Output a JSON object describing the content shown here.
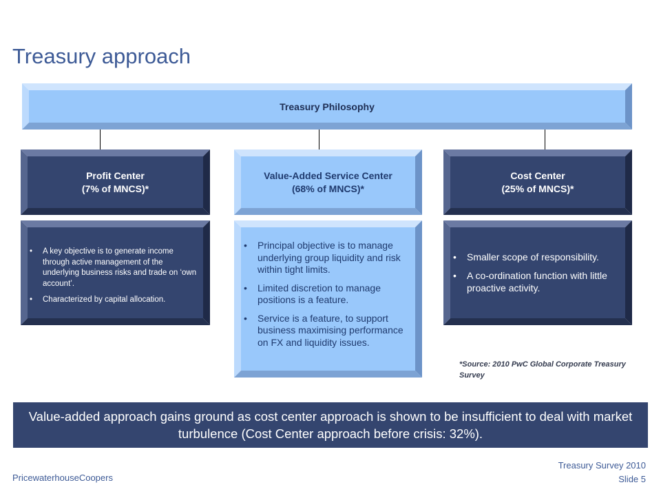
{
  "title": "Treasury approach",
  "philosophy": {
    "label": "Treasury Philosophy"
  },
  "columns": [
    {
      "heading": "Profit Center",
      "share": "(7% of MNCS)*",
      "bullets": [
        "A key objective is to generate income through active management of the underlying business risks and trade on ‘own account’.",
        "Characterized by capital  allocation."
      ]
    },
    {
      "heading": "Value-Added Service Center",
      "share": "(68% of MNCS)*",
      "bullets": [
        "Principal objective is to manage underlying group liquidity and risk within tight limits.",
        "Limited discretion to manage positions is a  feature.",
        "Service is a feature, to support business maximising performance on FX and liquidity issues."
      ]
    },
    {
      "heading": "Cost Center",
      "share": "(25% of MNCS)*",
      "bullets": [
        "Smaller scope of responsibility.",
        "A co-ordination function with little proactive activity."
      ]
    }
  ],
  "source_note": "*Source: 2010 PwC Global Corporate Treasury Survey",
  "banner": "Value-added approach gains ground as cost center approach is shown to be insufficient to deal with market turbulence (Cost Center approach before crisis: 32%).",
  "footer": {
    "company": "PricewaterhouseCoopers",
    "survey": "Treasury Survey 2010",
    "slide": "Slide 5"
  },
  "colors": {
    "dark_face": "#34456f",
    "light_face": "#99c8fb",
    "banner": "#34456f",
    "title": "#3d5a96"
  }
}
